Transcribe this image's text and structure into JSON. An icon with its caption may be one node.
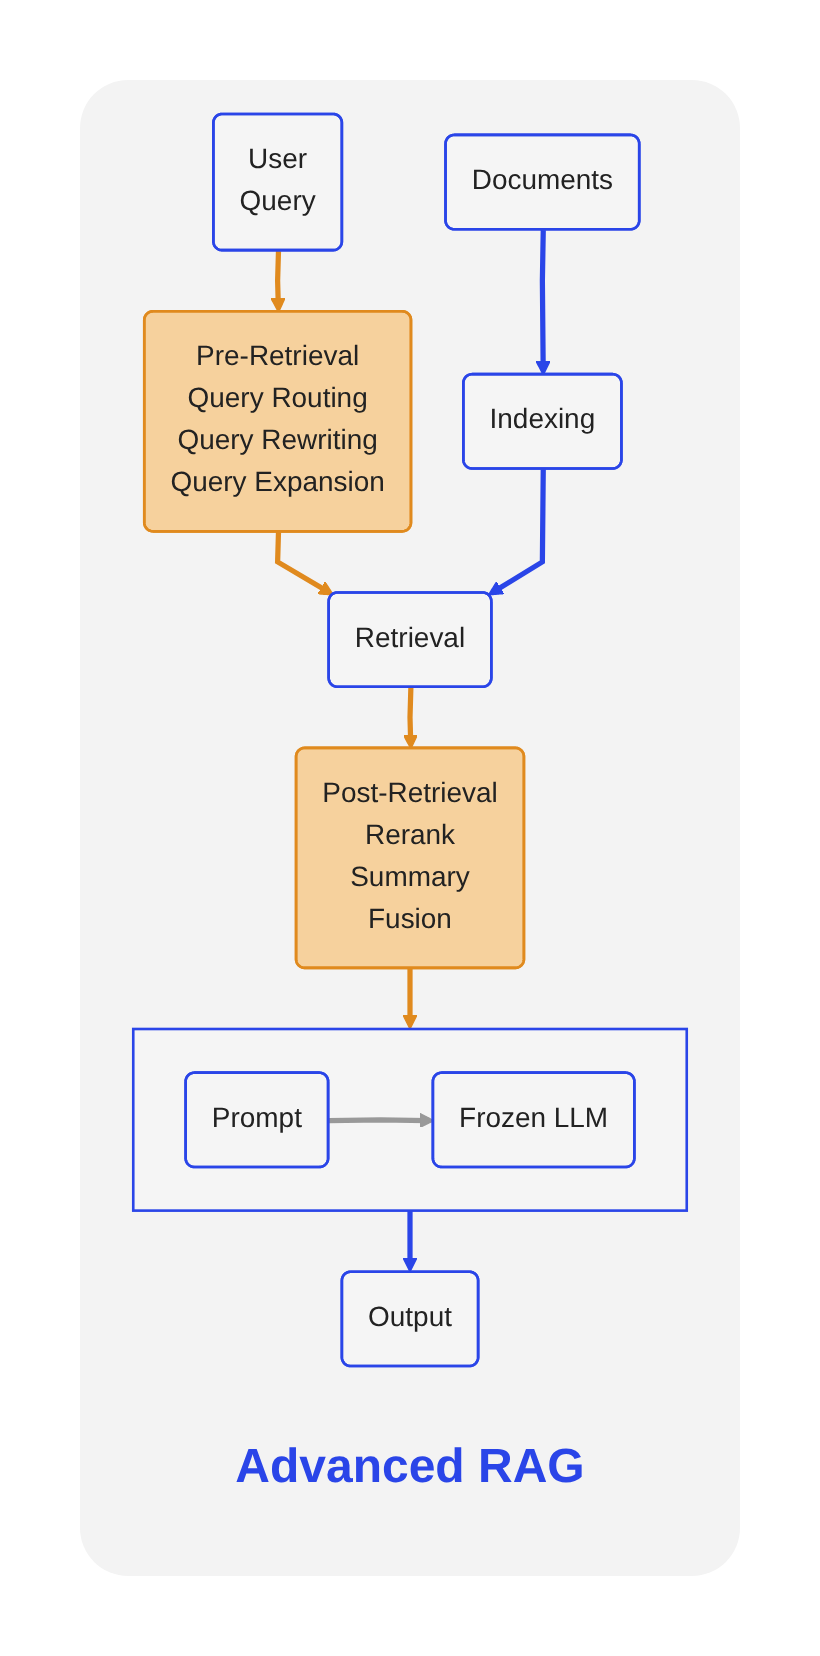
{
  "diagram": {
    "title": "Advanced RAG",
    "nodes": [
      {
        "text": [
          "User",
          "Query"
        ]
      },
      {
        "text": [
          "Documents"
        ]
      },
      {
        "text": [
          "Pre-Retrieval",
          "Query Routing",
          "Query Rewriting",
          "Query Expansion"
        ]
      },
      {
        "text": [
          "Indexing"
        ]
      },
      {
        "text": [
          "Retrieval"
        ]
      },
      {
        "text": [
          "Post-Retrieval",
          "Rerank",
          "Summary",
          "Fusion"
        ]
      },
      {
        "text": [],
        "shape": "box"
      },
      {
        "text": [
          "Prompt"
        ],
        "in": 6
      },
      {
        "text": [
          "Frozen LLM"
        ],
        "in": 6
      },
      {
        "text": [
          "Output"
        ]
      }
    ],
    "edges": [
      {
        "from": 0,
        "to": 2,
        "arrow": "to",
        "color": "#e08a1e"
      },
      {
        "from": 1,
        "to": 3,
        "arrow": "to",
        "color": "#2a45e8"
      },
      {
        "from": 2,
        "to": 4,
        "arrow": "to",
        "color": "#e08a1e"
      },
      {
        "from": 3,
        "to": 4,
        "arrow": "to",
        "color": "#2a45e8"
      },
      {
        "from": 4,
        "to": 5,
        "arrow": "to",
        "color": "#e08a1e"
      },
      {
        "from": 5,
        "to": 6,
        "arrow": "to",
        "color": "#e08a1e"
      },
      {
        "from": 7,
        "to": 8,
        "arrow": "to",
        "color": "#999999"
      },
      {
        "from": 6,
        "to": 9,
        "arrow": "to",
        "color": "#2a45e8"
      }
    ]
  }
}
